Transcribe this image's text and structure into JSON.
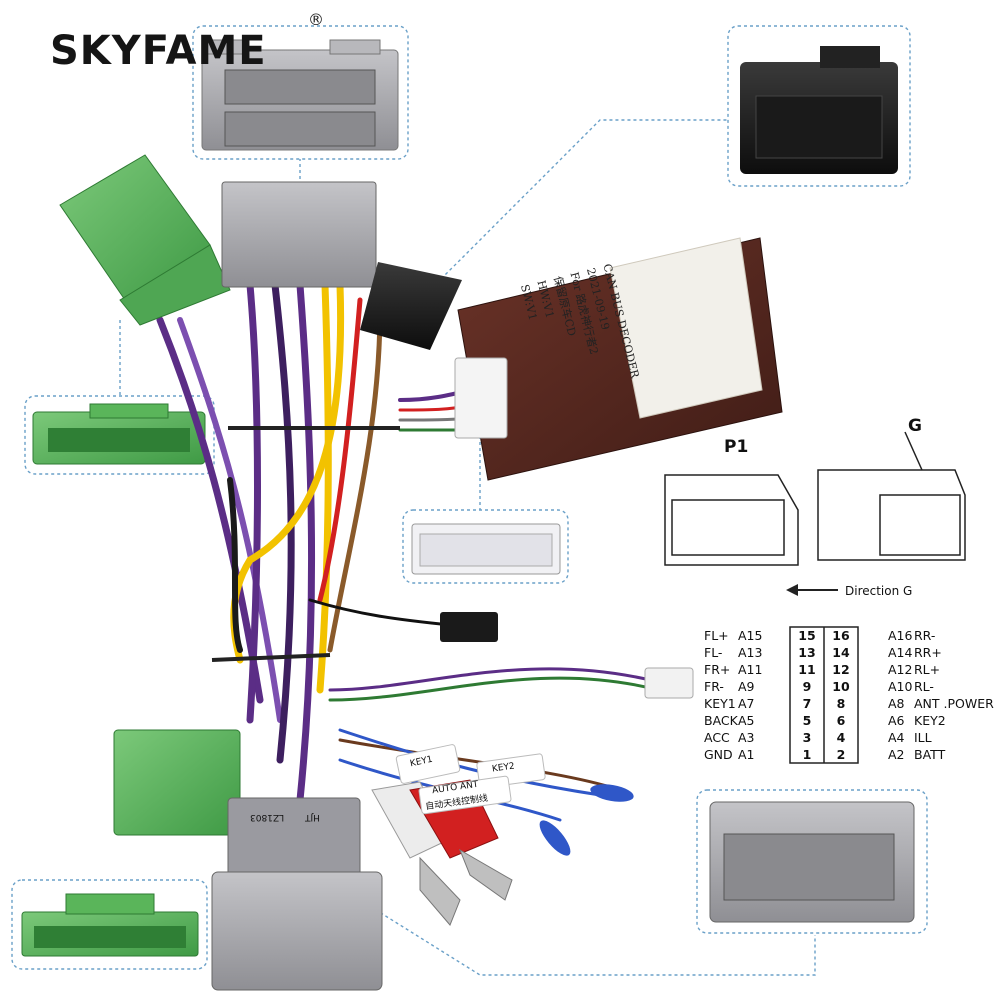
{
  "brand": {
    "name": "SKYFAME",
    "registered_mark": "®"
  },
  "connector_labels": {
    "p1": "P1",
    "g": "G",
    "direction": "Direction G"
  },
  "decoder_label": {
    "line1": "CAN BUS DECODER",
    "line2": "2021-09-19",
    "line3": "For 路虎神行者2",
    "line4": "保留原车CD",
    "line5": "HW:V1",
    "line6": "SW:V1"
  },
  "wire_tags": {
    "key1": "KEY1",
    "key2": "KEY2",
    "auto_ant": "AUTO ANT",
    "auto_ant_cn": "自动天线控制线",
    "harness_tag": "HJT",
    "harness_tag2": "LZ1803"
  },
  "pinout": {
    "rows": [
      {
        "left_signal": "FL+",
        "left_pin": "A15",
        "num_left": "15",
        "num_right": "16",
        "right_pin": "A16",
        "right_signal": "RR-"
      },
      {
        "left_signal": "FL-",
        "left_pin": "A13",
        "num_left": "13",
        "num_right": "14",
        "right_pin": "A14",
        "right_signal": "RR+"
      },
      {
        "left_signal": "FR+",
        "left_pin": "A11",
        "num_left": "11",
        "num_right": "12",
        "right_pin": "A12",
        "right_signal": "RL+"
      },
      {
        "left_signal": "FR-",
        "left_pin": "A9",
        "num_left": "9",
        "num_right": "10",
        "right_pin": "A10",
        "right_signal": "RL-"
      },
      {
        "left_signal": "KEY1",
        "left_pin": "A7",
        "num_left": "7",
        "num_right": "8",
        "right_pin": "A8",
        "right_signal": "ANT .POWER"
      },
      {
        "left_signal": "BACK",
        "left_pin": "A5",
        "num_left": "5",
        "num_right": "6",
        "right_pin": "A6",
        "right_signal": "KEY2"
      },
      {
        "left_signal": "ACC",
        "left_pin": "A3",
        "num_left": "3",
        "num_right": "4",
        "right_pin": "A4",
        "right_signal": "ILL"
      },
      {
        "left_signal": "GND",
        "left_pin": "A1",
        "num_left": "1",
        "num_right": "2",
        "right_pin": "A2",
        "right_signal": "BATT"
      }
    ]
  },
  "colors": {
    "connector_green": "#5ab55a",
    "connector_grey": "#a8a8ac",
    "decoder_brown": "#5a2a22",
    "callout_border": "#6aa0c8",
    "wire_purple": "#5b2d86",
    "wire_yellow": "#f2c200",
    "wire_red": "#d22020",
    "wire_blue": "#2f57c8"
  }
}
